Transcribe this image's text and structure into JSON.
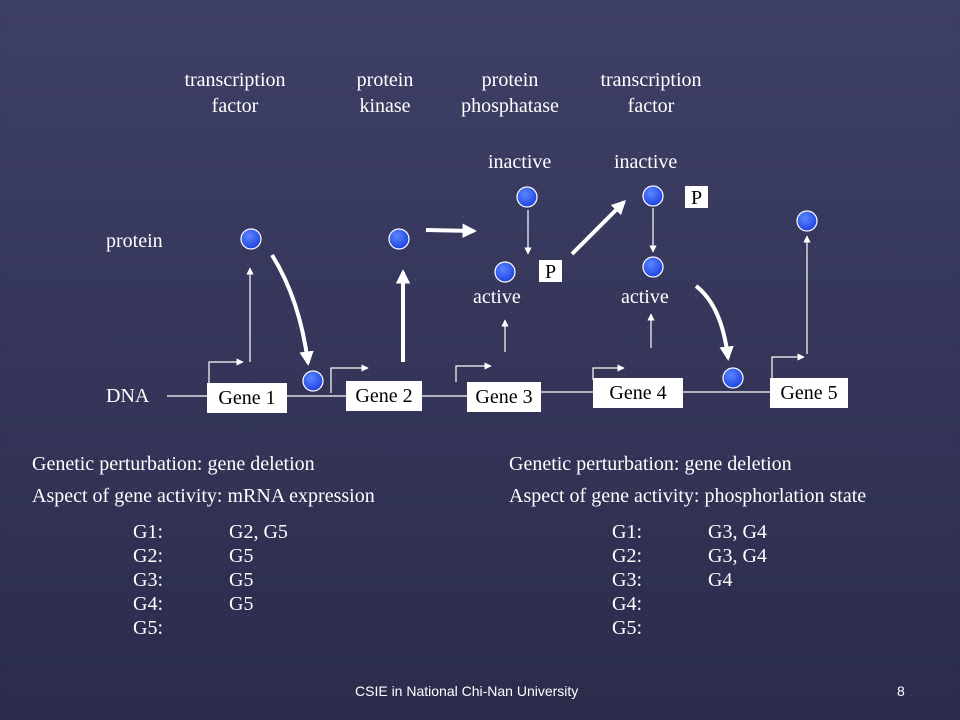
{
  "headers": {
    "h1": [
      "transcription",
      "factor"
    ],
    "h2": [
      "protein",
      "kinase"
    ],
    "h3": [
      "protein",
      "phosphatase"
    ],
    "h4": [
      "transcription",
      "factor"
    ]
  },
  "state_labels": {
    "inactive_1": "inactive",
    "inactive_2": "inactive",
    "active_1": "active",
    "active_2": "active"
  },
  "row_labels": {
    "protein": "protein",
    "dna": "DNA"
  },
  "genes": [
    "Gene 1",
    "Gene 2",
    "Gene 3",
    "Gene 4",
    "Gene 5"
  ],
  "phospho_tag": "P",
  "left_panel": {
    "line1": "Genetic perturbation: gene deletion",
    "line2": "Aspect of gene activity: mRNA expression",
    "rows": [
      {
        "gene": "G1:",
        "affected": "G2, G5"
      },
      {
        "gene": "G2:",
        "affected": "G5"
      },
      {
        "gene": "G3:",
        "affected": "G5"
      },
      {
        "gene": "G4:",
        "affected": "G5"
      },
      {
        "gene": "G5:",
        "affected": ""
      }
    ]
  },
  "right_panel": {
    "line1": "Genetic perturbation: gene deletion",
    "line2": "Aspect of gene activity: phosphorlation state",
    "rows": [
      {
        "gene": "G1:",
        "affected": "G3, G4"
      },
      {
        "gene": "G2:",
        "affected": "G3, G4"
      },
      {
        "gene": "G3:",
        "affected": "G4"
      },
      {
        "gene": "G4:",
        "affected": ""
      },
      {
        "gene": "G5:",
        "affected": ""
      }
    ]
  },
  "footer": {
    "institution": "CSIE in National Chi-Nan University",
    "page": "8"
  },
  "colors": {
    "node": "#2f5bff",
    "box": "#ffffff",
    "ink": "#ffffff"
  }
}
